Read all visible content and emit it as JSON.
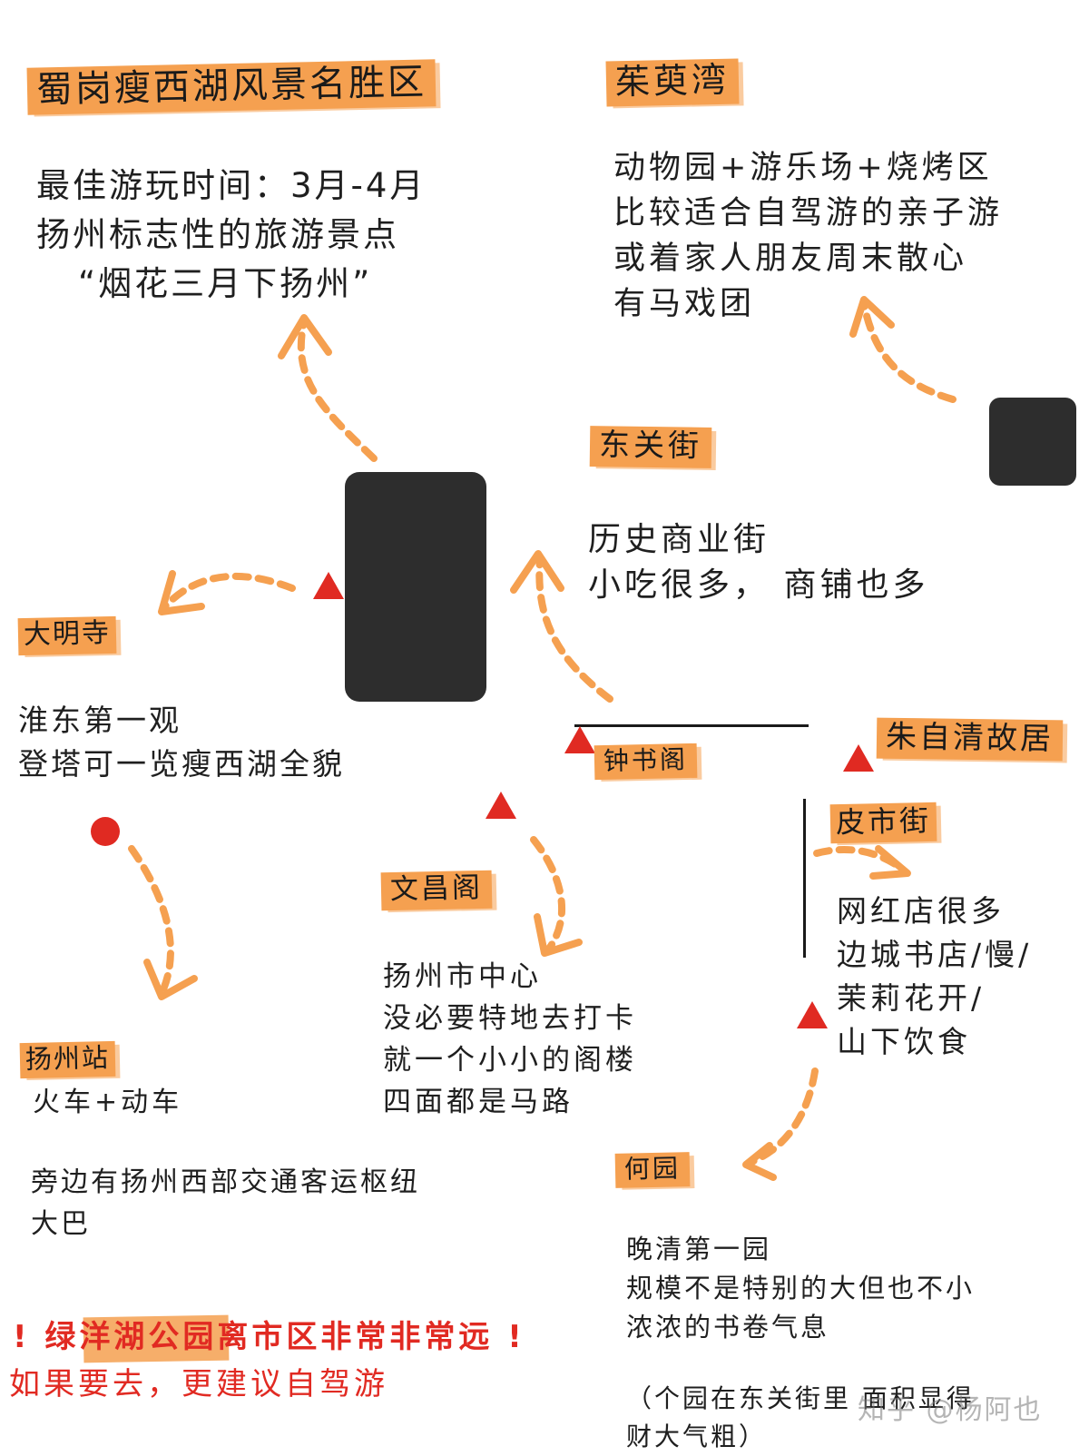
{
  "places": {
    "shouxihu": {
      "title": "蜀岗瘦西湖风景名胜区",
      "lines": [
        "最佳游玩时间：3月-4月",
        "扬州标志性的旅游景点",
        "“烟花三月下扬州”"
      ]
    },
    "moyuwan": {
      "title": "茱萸湾",
      "lines": [
        "动物园+游乐场+烧烤区",
        "比较适合自驾游的亲子游",
        "或着家人朋友周末散心",
        "有马戏团"
      ]
    },
    "dongguanjie": {
      "title": "东关街",
      "lines": [
        "历史商业街",
        "小吃很多， 商铺也多"
      ]
    },
    "damingsi": {
      "title": "大明寺",
      "lines": [
        "淮东第一观",
        "登塔可一览瘦西湖全貌"
      ]
    },
    "zhongshuge": {
      "title": "钟书阁"
    },
    "zhuziqing": {
      "title": "朱自清故居"
    },
    "pishijie": {
      "title": "皮市街",
      "lines": [
        "网红店很多",
        "边城书店/慢/",
        "茉莉花开/",
        "山下饮食"
      ]
    },
    "wenchangge": {
      "title": "文昌阁",
      "lines": [
        "扬州市中心",
        "没必要特地去打卡",
        "就一个小小的阁楼",
        "四面都是马路"
      ]
    },
    "yangzhouzhan": {
      "title": "扬州站",
      "lines": [
        "火车+动车"
      ],
      "extra": [
        "旁边有扬州西部交通客运枢纽",
        "大巴"
      ]
    },
    "heyuan": {
      "title": "何园",
      "lines": [
        "晚清第一园",
        "规模不是特别的大但也不小",
        "浓浓的书卷气息"
      ],
      "note": [
        "（个园在东关街里 面积显得",
        "财大气粗）"
      ]
    }
  },
  "warning": {
    "icon": "exclamation-icon",
    "line1": "绿洋湖公园离市区非常非常远",
    "line2": "如果要去，更建议自驾游"
  },
  "watermark": "知乎 @杨阿也",
  "colors": {
    "highlight": "#f5a050",
    "marker": "#e02a22",
    "box": "#2d2d2d",
    "warning_text": "#e12a22"
  }
}
